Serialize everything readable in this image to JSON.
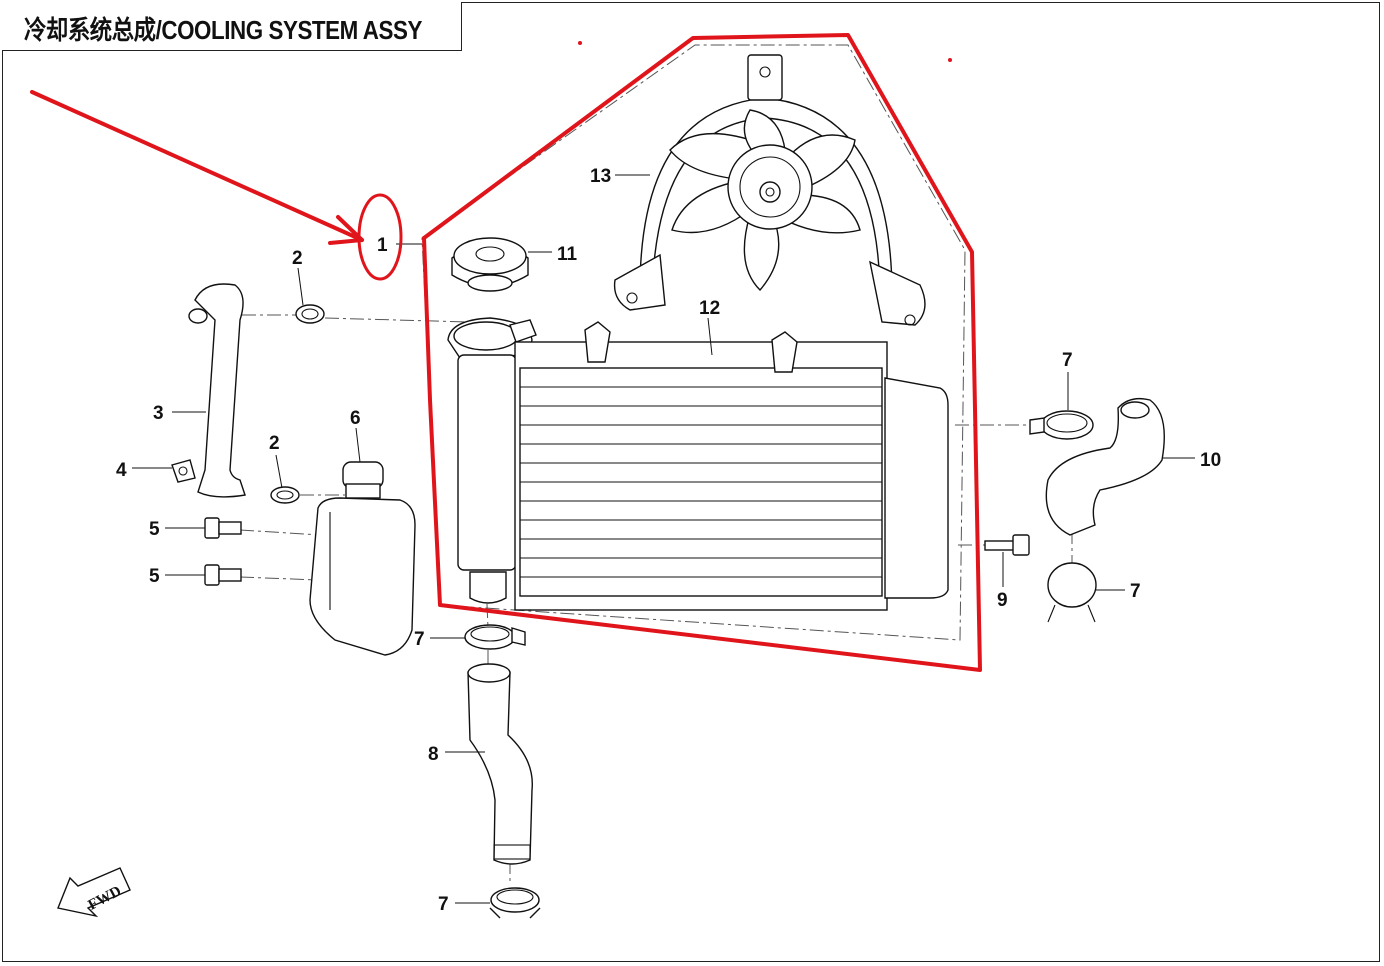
{
  "title": "冷却系统总成/COOLING SYSTEM ASSY",
  "labels": {
    "p1": "1",
    "p2a": "2",
    "p2b": "2",
    "p3": "3",
    "p4": "4",
    "p5a": "5",
    "p5b": "5",
    "p6": "6",
    "p7a": "7",
    "p7b": "7",
    "p7c": "7",
    "p7d": "7",
    "p8": "8",
    "p9": "9",
    "p10": "10",
    "p11": "11",
    "p12": "12",
    "p13": "13"
  },
  "fwd_label": "FWD",
  "annotation_color": "#e0151b"
}
